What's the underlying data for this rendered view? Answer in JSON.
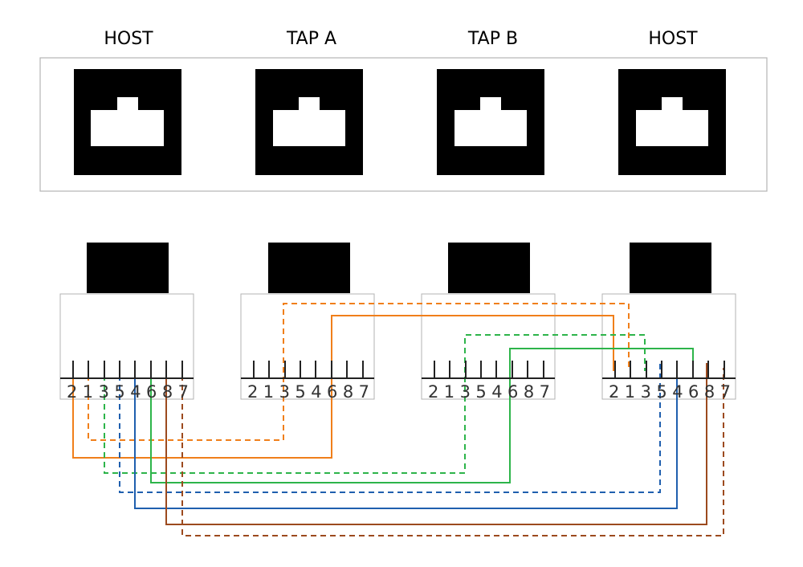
{
  "ports": [
    {
      "title": "HOST",
      "pin_order": "21354687"
    },
    {
      "title": "TAP A",
      "pin_order": "21354687"
    },
    {
      "title": "TAP B",
      "pin_order": "21354687"
    },
    {
      "title": "HOST",
      "pin_order": "21354687"
    }
  ],
  "wire_colors": {
    "orange": "#f07f1a",
    "green": "#2db44a",
    "blue": "#1f5fae",
    "brown": "#9c4a1e"
  },
  "wires": [
    {
      "name": "orange-dashed",
      "color": "orange",
      "style": "dashed",
      "from": "HOST pin 1",
      "to": "TAP A pin 3"
    },
    {
      "name": "orange-solid",
      "color": "orange",
      "style": "solid",
      "from": "HOST pin 2",
      "to": "TAP A pin 6"
    },
    {
      "name": "green-dashed",
      "color": "green",
      "style": "dashed",
      "from": "HOST pin 3",
      "to": "TAP B pin 3"
    },
    {
      "name": "green-solid",
      "color": "green",
      "style": "solid",
      "from": "HOST pin 6",
      "to": "TAP B pin 6"
    },
    {
      "name": "blue-dashed",
      "color": "blue",
      "style": "dashed",
      "from": "HOST pin 5",
      "to": "HOST pin 5"
    },
    {
      "name": "blue-solid",
      "color": "blue",
      "style": "solid",
      "from": "HOST pin 4",
      "to": "HOST pin 4"
    },
    {
      "name": "brown-solid",
      "color": "brown",
      "style": "solid",
      "from": "HOST pin 8",
      "to": "HOST pin 8"
    },
    {
      "name": "brown-dashed",
      "color": "brown",
      "style": "dashed",
      "from": "HOST pin 7",
      "to": "HOST pin 7"
    },
    {
      "name": "orange-dashed-crossover",
      "color": "orange",
      "style": "dashed",
      "from": "TAP A pin 3",
      "to": "HOST pin 1"
    },
    {
      "name": "orange-solid-crossover",
      "color": "orange",
      "style": "solid",
      "from": "TAP A pin 6",
      "to": "HOST pin 2"
    },
    {
      "name": "green-dashed-crossover",
      "color": "green",
      "style": "dashed",
      "from": "TAP B pin 3",
      "to": "HOST pin 3"
    },
    {
      "name": "green-solid-crossover",
      "color": "green",
      "style": "solid",
      "from": "TAP B pin 6",
      "to": "HOST pin 6"
    }
  ]
}
